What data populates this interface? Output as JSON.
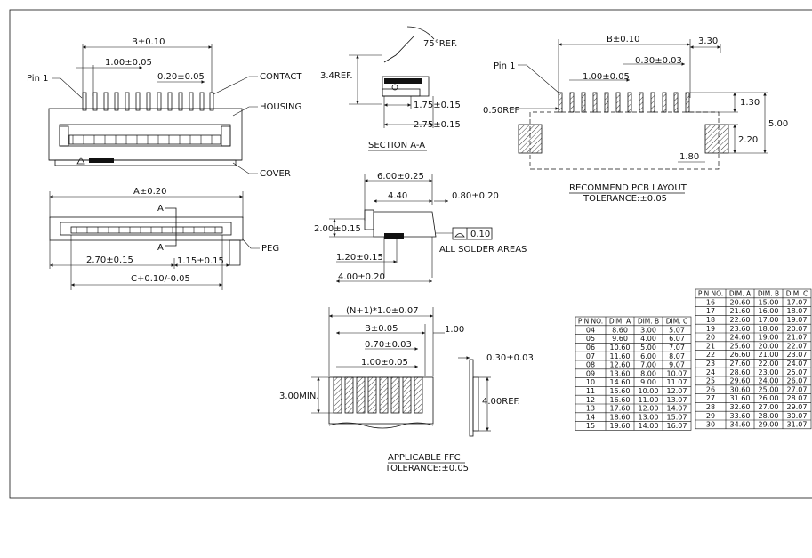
{
  "callouts": {
    "pin1": "Pin 1",
    "contact": "CONTACT",
    "housing": "HOUSING",
    "cover": "COVER",
    "peg": "PEG",
    "section_mark": "A",
    "pcb_pin1": "Pin 1"
  },
  "front_view": {
    "dim_b": "B±0.10",
    "dim_pitch": "1.00±0.05",
    "dim_contact": "0.20±0.05"
  },
  "bottom_view": {
    "dim_a": "A±0.20",
    "dim_left": "2.70±0.15",
    "dim_right": "1.15±0.15",
    "dim_c": "C+0.10/-0.05"
  },
  "section": {
    "title": "SECTION A-A",
    "angle": "75°REF.",
    "height": "3.4REF.",
    "dim1": "1.75±0.15",
    "dim2": "2.75±0.15"
  },
  "side_view": {
    "width": "6.00±0.25",
    "inner": "4.40",
    "tip": "0.80±0.20",
    "height": "2.00±0.15",
    "foot": "1.20±0.15",
    "base": "4.00±0.20",
    "flatness_value": "0.10",
    "flatness_note": "ALL SOLDER AREAS"
  },
  "pcb_layout": {
    "dim_b": "B±0.10",
    "dim_offset": "3.30",
    "dim_pad": "0.30±0.03",
    "dim_pitch": "1.00±0.05",
    "dim_ref": "0.50REF",
    "dim_pad_len": "1.30",
    "dim_total": "5.00",
    "dim_peg_h": "2.20",
    "dim_peg_w": "1.80",
    "title": "RECOMMEND PCB LAYOUT",
    "tolerance": "TOLERANCE:±0.05"
  },
  "ffc": {
    "overall": "(N+1)*1.0±0.07",
    "edge": "1.00",
    "dim_b": "B±0.05",
    "conductor": "0.70±0.03",
    "pitch": "1.00±0.05",
    "min_len": "3.00MIN.",
    "thickness": "0.30±0.03",
    "stiffener": "4.00REF.",
    "title": "APPLICABLE FFC",
    "tolerance": "TOLERANCE:±0.05"
  },
  "dim_table": {
    "headers": [
      "PIN NO.",
      "DIM. A",
      "DIM. B",
      "DIM. C"
    ],
    "left_rows": [
      [
        "04",
        "8.60",
        "3.00",
        "5.07"
      ],
      [
        "05",
        "9.60",
        "4.00",
        "6.07"
      ],
      [
        "06",
        "10.60",
        "5.00",
        "7.07"
      ],
      [
        "07",
        "11.60",
        "6.00",
        "8.07"
      ],
      [
        "08",
        "12.60",
        "7.00",
        "9.07"
      ],
      [
        "09",
        "13.60",
        "8.00",
        "10.07"
      ],
      [
        "10",
        "14.60",
        "9.00",
        "11.07"
      ],
      [
        "11",
        "15.60",
        "10.00",
        "12.07"
      ],
      [
        "12",
        "16.60",
        "11.00",
        "13.07"
      ],
      [
        "13",
        "17.60",
        "12.00",
        "14.07"
      ],
      [
        "14",
        "18.60",
        "13.00",
        "15.07"
      ],
      [
        "15",
        "19.60",
        "14.00",
        "16.07"
      ]
    ],
    "right_rows": [
      [
        "16",
        "20.60",
        "15.00",
        "17.07"
      ],
      [
        "17",
        "21.60",
        "16.00",
        "18.07"
      ],
      [
        "18",
        "22.60",
        "17.00",
        "19.07"
      ],
      [
        "19",
        "23.60",
        "18.00",
        "20.07"
      ],
      [
        "20",
        "24.60",
        "19.00",
        "21.07"
      ],
      [
        "21",
        "25.60",
        "20.00",
        "22.07"
      ],
      [
        "22",
        "26.60",
        "21.00",
        "23.07"
      ],
      [
        "23",
        "27.60",
        "22.00",
        "24.07"
      ],
      [
        "24",
        "28.60",
        "23.00",
        "25.07"
      ],
      [
        "25",
        "29.60",
        "24.00",
        "26.07"
      ],
      [
        "26",
        "30.60",
        "25.00",
        "27.07"
      ],
      [
        "27",
        "31.60",
        "26.00",
        "28.07"
      ],
      [
        "28",
        "32.60",
        "27.00",
        "29.07"
      ],
      [
        "29",
        "33.60",
        "28.00",
        "30.07"
      ],
      [
        "30",
        "34.60",
        "29.00",
        "31.07"
      ]
    ]
  }
}
